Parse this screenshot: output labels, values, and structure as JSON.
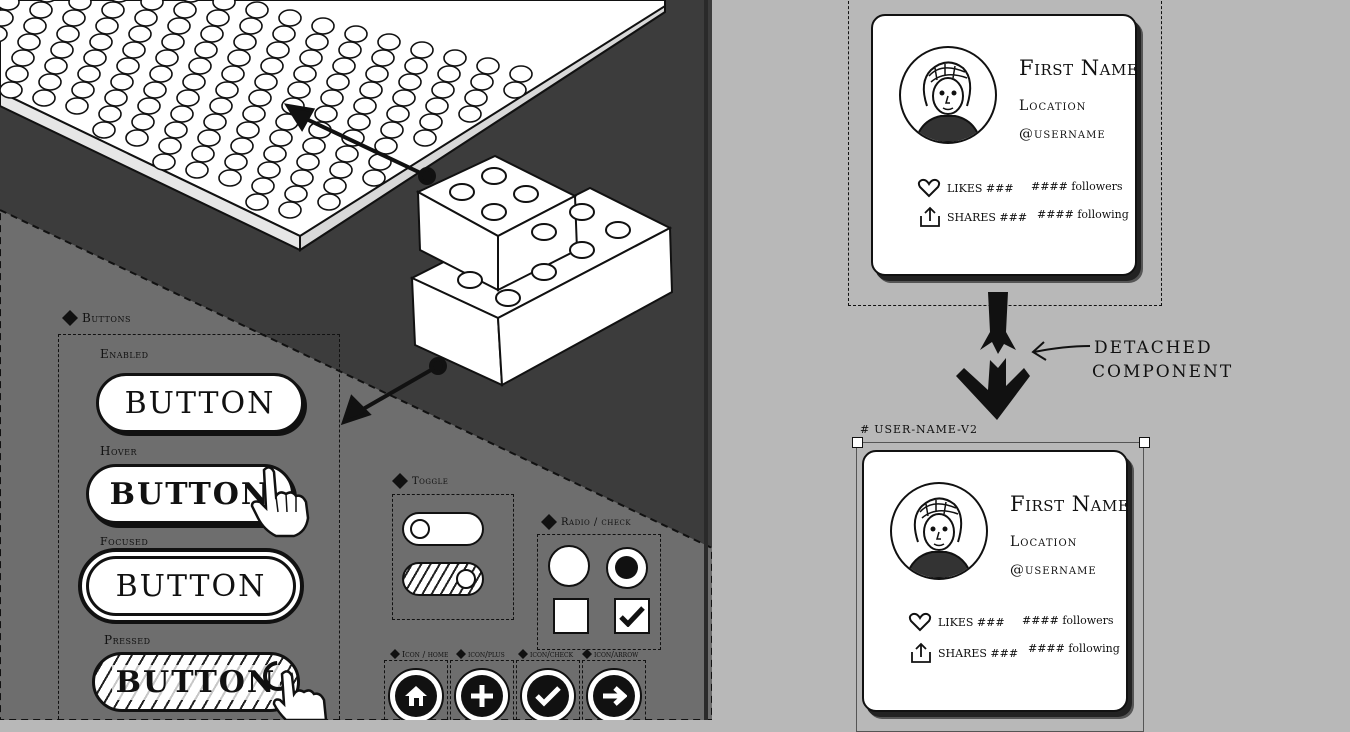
{
  "left": {
    "buttons_section": {
      "title": "Buttons",
      "states": [
        {
          "state_label": "Enabled",
          "button_label": "BUTTON"
        },
        {
          "state_label": "Hover",
          "button_label": "BUTTON"
        },
        {
          "state_label": "Focused",
          "button_label": "BUTTON"
        },
        {
          "state_label": "Pressed",
          "button_label": "BUTTON"
        }
      ]
    },
    "toggle_section": {
      "title": "Toggle",
      "items": [
        {
          "state": "off"
        },
        {
          "state": "on"
        }
      ]
    },
    "radio_check_section": {
      "title": "Radio / check",
      "radios": [
        {
          "selected": false
        },
        {
          "selected": true
        }
      ],
      "checks": [
        {
          "checked": false
        },
        {
          "checked": true
        }
      ]
    },
    "icon_buttons": [
      {
        "label": "Icon / home",
        "icon": "home-icon"
      },
      {
        "label": "icon/plus",
        "icon": "plus-icon"
      },
      {
        "label": "icon/check",
        "icon": "check-icon"
      },
      {
        "label": "icon/arrow",
        "icon": "arrow-right-icon"
      }
    ]
  },
  "right": {
    "master_card": {
      "name": "First Name",
      "location": "Location",
      "username": "@username",
      "likes": "LIKES ###",
      "shares": "SHARES ###",
      "followers": "#### followers",
      "following": "#### following"
    },
    "annotation": {
      "line1": "Detached",
      "line2": "Component"
    },
    "instance_frame_label": "USER-NAME-V2",
    "instance_card": {
      "name": "First Name",
      "location": "Location",
      "username": "@username",
      "likes": "LIKES ###",
      "shares": "SHARES ###",
      "followers": "#### followers",
      "following": "#### following"
    }
  },
  "colors": {
    "dark_gray": "#3c3c3c",
    "mid_gray": "#6e6e6e",
    "light_gray": "#b8b8b8",
    "ink": "#111111",
    "paper": "#ffffff"
  }
}
